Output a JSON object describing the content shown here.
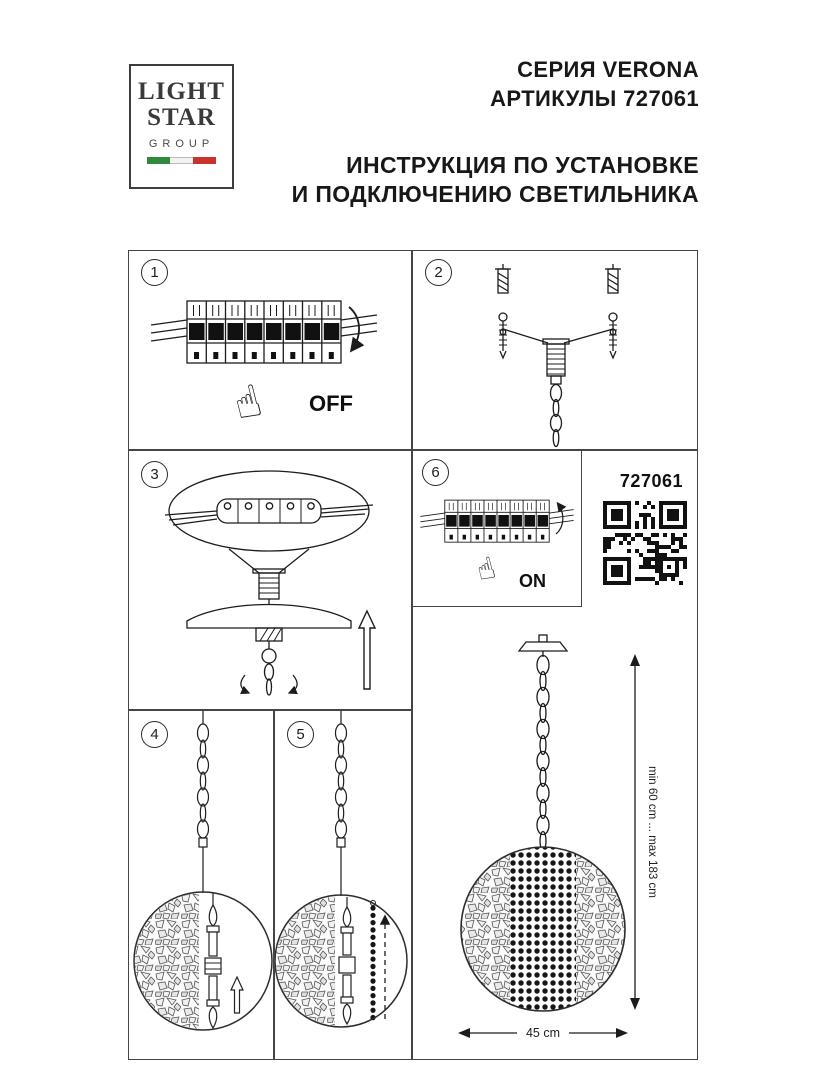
{
  "logo": {
    "line1": "LIGHT",
    "line2": "STAR",
    "line3": "GROUP"
  },
  "header": {
    "series": "СЕРИЯ VERONA",
    "articles": "АРТИКУЛЫ 727061",
    "title_line1": "ИНСТРУКЦИЯ ПО УСТАНОВКЕ",
    "title_line2": "И ПОДКЛЮЧЕНИЮ СВЕТИЛЬНИКА"
  },
  "steps": {
    "step1": {
      "number": "1",
      "label": "OFF"
    },
    "step2": {
      "number": "2"
    },
    "step3": {
      "number": "3"
    },
    "step4": {
      "number": "4"
    },
    "step5": {
      "number": "5"
    },
    "step6": {
      "number": "6",
      "label": "ON"
    }
  },
  "product": {
    "article": "727061"
  },
  "dimensions": {
    "height_range": "min 60 cm ... max 183 cm",
    "diameter": "45 cm"
  },
  "colors": {
    "ink": "#1d1d1d",
    "line": "#454545",
    "flag_green": "#2e8b3c",
    "flag_white": "#f2f2f2",
    "flag_red": "#c8342b"
  }
}
